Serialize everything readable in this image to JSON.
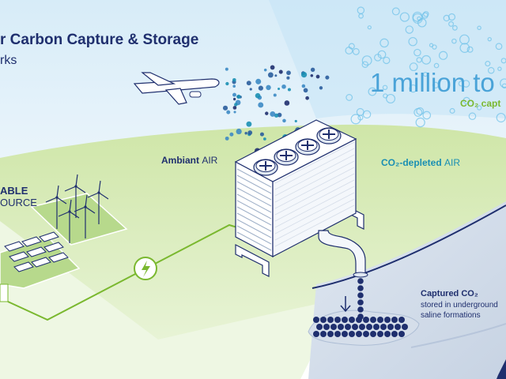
{
  "title_partial": "r Carbon Capture & Storage",
  "subtitle_partial": "rks",
  "headline": {
    "value_partial": "1 million to",
    "caption_partial": "CO₂ capt"
  },
  "labels": {
    "ambient_bold": "Ambiant",
    "ambient_light": "AIR",
    "depleted_bold": "CO₂-depleted",
    "depleted_light": "AIR",
    "renewable_line1": "ABLE",
    "renewable_line2": "OURCE",
    "captured": "Captured CO₂",
    "stored_line1": "stored in underground",
    "stored_line2": "saline formations"
  },
  "icons": {
    "power": "lightning-bolt",
    "airplane": "airplane",
    "wind": "wind-turbine",
    "solar": "solar-panel",
    "fan": "fan",
    "arrow": "down-arrow"
  },
  "colors": {
    "navy": "#1f2f6e",
    "sky_blue": "#4aa3d8",
    "green": "#7ab82f",
    "teal": "#1a8fb3"
  }
}
